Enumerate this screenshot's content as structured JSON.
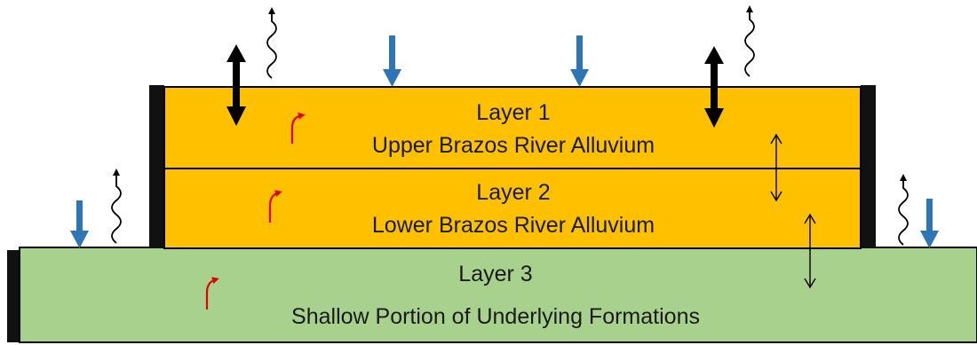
{
  "layers": [
    {
      "title": "Layer 1",
      "name": "Upper Brazos River Alluvium"
    },
    {
      "title": "Layer 2",
      "name": "Lower Brazos River Alluvium"
    },
    {
      "title": "Layer 3",
      "name": "Shallow Portion of Underlying Formations"
    }
  ],
  "colors": {
    "alluvium": "#FFC000",
    "formation": "#A9D18E",
    "boundary": "#111111",
    "recharge_arrow": "#2E75B6",
    "flow_arrow": "#E00000",
    "outline": "#000000"
  },
  "icons": [
    "recharge-arrow-icon",
    "evapotranspiration-wavy-arrow-icon",
    "exchange-double-arrow-icon",
    "vertical-flow-arrow-icon",
    "lateral-flow-arrow-icon"
  ]
}
